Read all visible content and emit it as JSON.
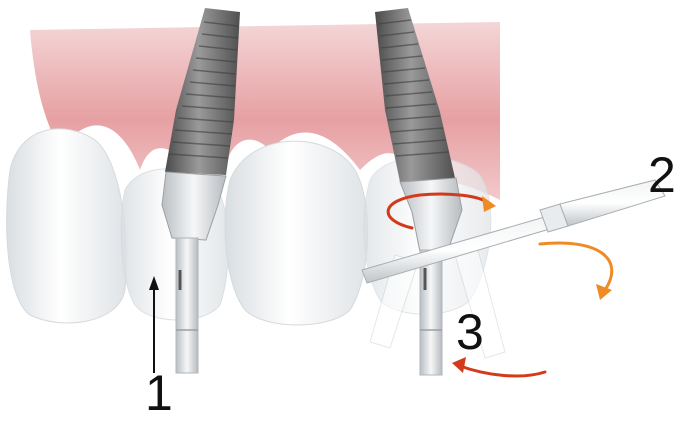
{
  "labels": {
    "one": "1",
    "two": "2",
    "three": "3"
  },
  "colors": {
    "gum": "#e8a3a5",
    "tooth": "#eef1f3",
    "implant": "#6a6a6a",
    "abutment": "#d8dcdf",
    "arrow_dark": "#d23a1a",
    "arrow_light": "#f08a24",
    "leader": "#111111"
  }
}
